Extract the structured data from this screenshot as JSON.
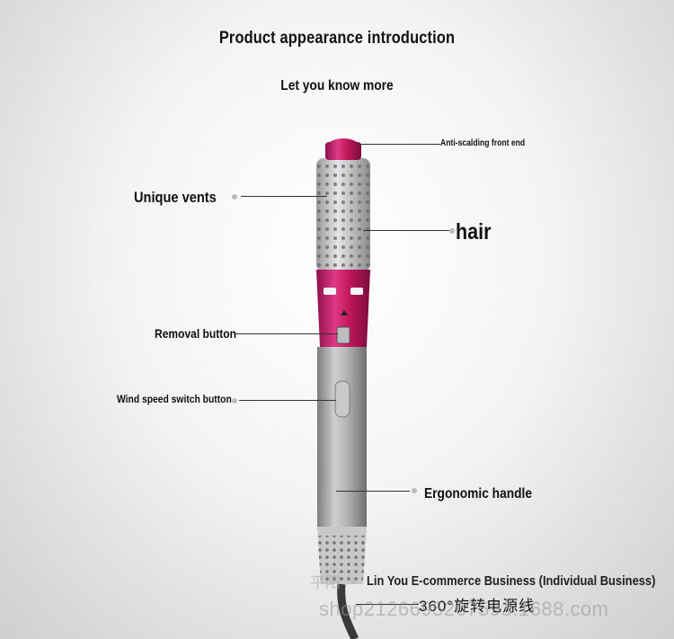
{
  "title": "Product appearance introduction",
  "subtitle": "Let you know more",
  "labels": {
    "front_end": "Anti-scalding front end",
    "vents": "Unique vents",
    "hair": "hair",
    "removal": "Removal button",
    "wind_speed": "Wind speed switch button",
    "handle": "Ergonomic handle"
  },
  "footer": {
    "company": "Lin You E-commerce Business (Individual Business)",
    "cord": "360°旋转电源线",
    "watermark_cn": "平阳",
    "watermark_url": "shop2126695267593.1688.com"
  },
  "colors": {
    "accent": "#c2185b",
    "body_gray": "#a9a9ab",
    "background": "#efefef"
  }
}
